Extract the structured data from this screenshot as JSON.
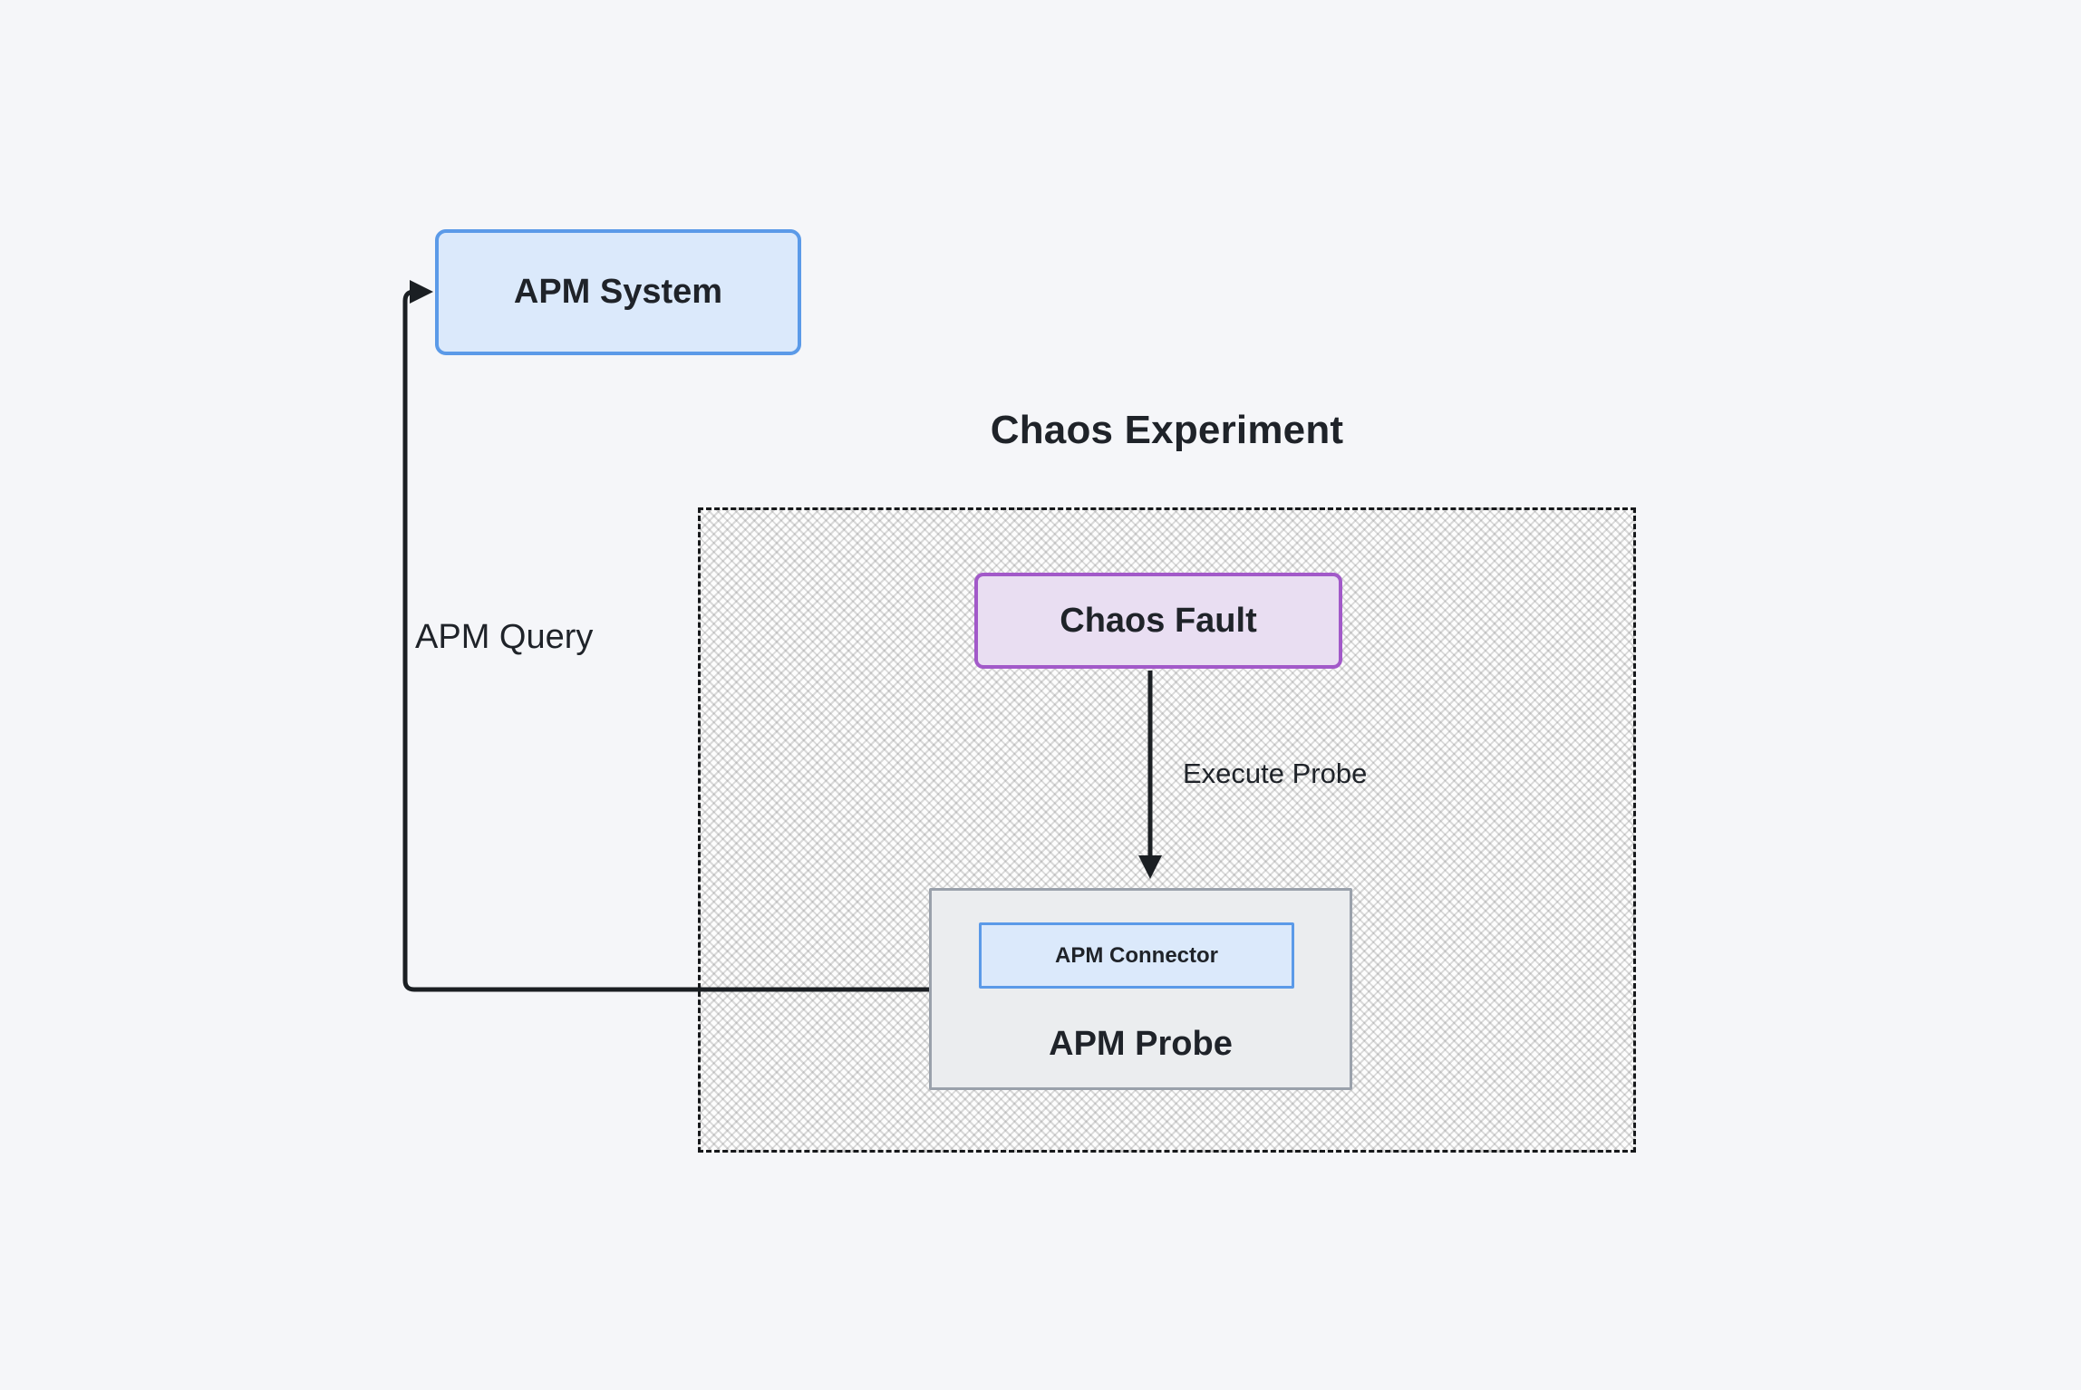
{
  "diagram": {
    "title": "Chaos Experiment",
    "nodes": {
      "apm_system": {
        "label": "APM System"
      },
      "chaos_fault": {
        "label": "Chaos Fault"
      },
      "apm_probe": {
        "label": "APM Probe"
      },
      "apm_connector": {
        "label": "APM Connector"
      }
    },
    "edges": {
      "execute_probe": {
        "label": "Execute Probe",
        "from": "chaos_fault",
        "to": "apm_probe"
      },
      "apm_query": {
        "label": "APM Query",
        "from": "apm_connector",
        "to": "apm_system"
      }
    },
    "colors": {
      "background": "#f5f6f9",
      "blue_border": "#5b9ae8",
      "blue_fill": "#dbe9fb",
      "purple_border": "#a259c9",
      "purple_fill": "#e9def2",
      "gray_border": "#9aa1ab",
      "gray_fill": "#ebedef",
      "line": "#1b1f23",
      "text": "#1f2329"
    }
  }
}
